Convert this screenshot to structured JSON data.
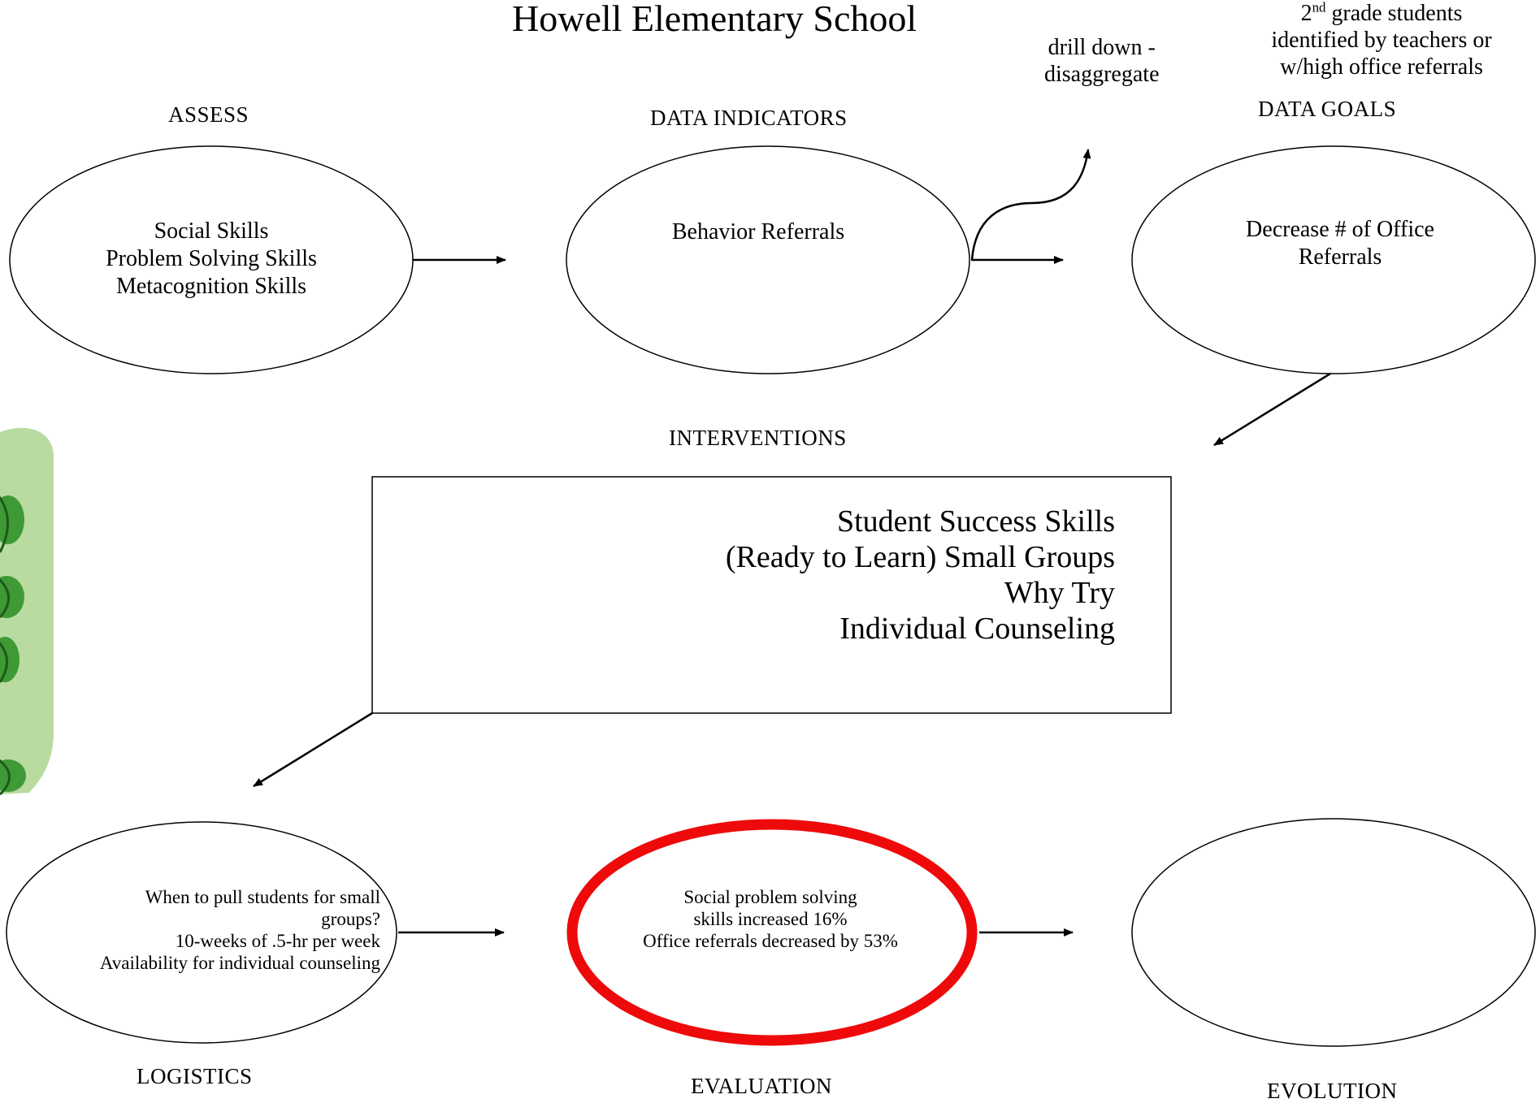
{
  "title": "Howell Elementary School",
  "colors": {
    "evaluation_ring": "#ee0a0a",
    "foliage_bg": "#b9dba0",
    "leaf": "#3f9a36"
  },
  "decoration": {
    "left_edge": "leaf-clipart"
  },
  "headings": {
    "assess": "ASSESS",
    "data_indicators": "DATA INDICATORS",
    "data_goals": "DATA GOALS",
    "interventions": "INTERVENTIONS",
    "logistics": "LOGISTICS",
    "evaluation": "EVALUATION",
    "evolution": "EVOLUTION"
  },
  "notes": {
    "drill_down": "drill down -\ndisaggregate",
    "students_ordinal": "2",
    "students_ordinal_suffix": "nd",
    "students_line1_rest": " grade students",
    "students_rest": "identified by teachers or\nw/high office referrals"
  },
  "nodes": {
    "assess": "Social Skills\nProblem Solving Skills\nMetacognition Skills",
    "data_indicators": "Behavior Referrals",
    "data_goals": "Decrease # of Office\nReferrals",
    "interventions": "Student Success Skills\n(Ready to Learn) Small Groups\nWhy Try\nIndividual Counseling",
    "logistics": "When to pull students for small\ngroups?\n10-weeks of .5-hr per week\nAvailability for individual counseling",
    "evaluation": "Social problem solving\nskills increased 16%\nOffice referrals decreased by 53%",
    "evolution": ""
  }
}
